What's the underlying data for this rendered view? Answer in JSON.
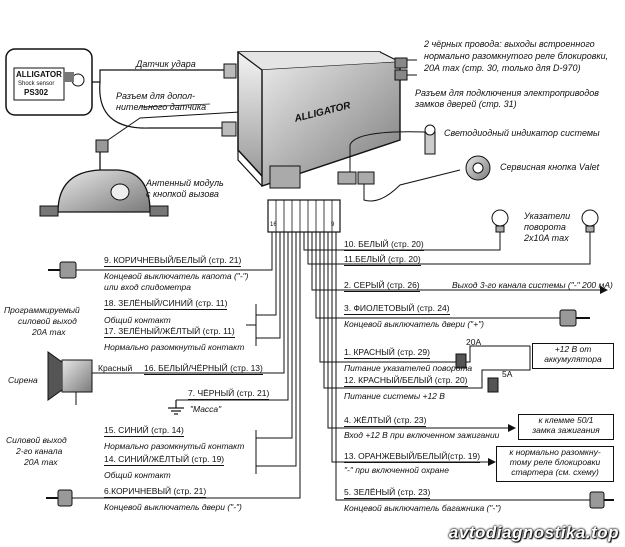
{
  "shock_sensor": {
    "brand": "ALLIGATOR",
    "sub": "Shock sensor",
    "model": "PS302",
    "label": "Датчик удара"
  },
  "extra_sensor_label": [
    "Разъем для допол-",
    "нительного датчика"
  ],
  "antenna_label": [
    "Антенный модуль",
    "с кнопкой вызова"
  ],
  "main_unit_logo": "ALLIGATOR",
  "top_notes": {
    "relay": [
      "2 чёрных провода: выходы встроенного",
      "нормально разомкнутого реле блокировки,",
      "20А max (стр. 30, только для D-970)"
    ],
    "lock_connector": [
      "Разъем для подключения электроприводов",
      "замков дверей (стр. 31)"
    ],
    "led": "Светодиодный индикатор системы",
    "valet": "Сервисная кнопка Valet",
    "turn_lamps": [
      "Указатели",
      "поворота",
      "2x10A max"
    ]
  },
  "left_wires": [
    {
      "title": "9. КОРИЧНЕВЫЙ/БЕЛЫЙ (стр. 21)",
      "desc": [
        "Концевой выключатель капота (\"-\")",
        "или вход спидометра"
      ]
    },
    {
      "title": "18. ЗЕЛЁНЫЙ/СИНИЙ (стр. 11)",
      "desc": [
        "Общий контакт"
      ]
    },
    {
      "title": "17. ЗЕЛЁНЫЙ/ЖЁЛТЫЙ (стр. 11)",
      "desc": [
        "Нормально разомкнутый контакт"
      ]
    },
    {
      "title": "16. БЕЛЫЙ/ЧЁРНЫЙ (стр. 13)",
      "desc": []
    },
    {
      "title": "7. ЧЁРНЫЙ (стр. 21)",
      "desc": [
        "\"Масса\""
      ]
    },
    {
      "title": "15. СИНИЙ (стр. 14)",
      "desc": [
        "Нормально разомкнутый контакт"
      ]
    },
    {
      "title": "14. СИНИЙ/ЖЁЛТЫЙ (стр. 19)",
      "desc": [
        "Общий контакт"
      ]
    },
    {
      "title": "6.КОРИЧНЕВЫЙ (стр. 21)",
      "desc": [
        "Концевой выключатель двери (\"-\")"
      ]
    }
  ],
  "left_groups": {
    "ch1": [
      "Программируемый",
      "силовой выход",
      "20А max"
    ],
    "siren": "Сирена",
    "siren_wire": "Красный",
    "ch2": [
      "Силовой выход",
      "2-го канала",
      "20А max"
    ]
  },
  "right_wires": [
    {
      "title": "10. БЕЛЫЙ (стр. 20)",
      "desc": ""
    },
    {
      "title": "11.БЕЛЫЙ (стр. 20)",
      "desc": ""
    },
    {
      "title": "2. СЕРЫЙ (стр. 26)",
      "desc": "Выход 3-го канала системы (\"-\" 200 мА)"
    },
    {
      "title": "3. ФИОЛЕТОВЫЙ (стр. 24)",
      "desc": "Концевой выключатель двери (\"+\")"
    },
    {
      "title": "1. КРАСНЫЙ (стр. 29)",
      "desc": "Питание указателей поворота"
    },
    {
      "title": "12. КРАСНЫЙ/БЕЛЫЙ (стр. 20)",
      "desc": "Питание системы +12 В"
    },
    {
      "title": "4. ЖЁЛТЫЙ (стр. 23)",
      "desc": "Вход +12 В при включенном зажигании"
    },
    {
      "title": "13. ОРАНЖЕВЫЙ/БЕЛЫЙ(стр. 19)",
      "desc": "\"-\" при включенной охране"
    },
    {
      "title": "5. ЗЕЛЁНЫЙ (стр. 23)",
      "desc": "Концевой выключатель багажника (\"-\")"
    }
  ],
  "fuses": {
    "f1": "20A",
    "f2": "5A"
  },
  "right_boxes": {
    "battery": [
      "+12 В от",
      "аккумулятора"
    ],
    "ignition": [
      "к клемме 50/1",
      "замка зажигания"
    ],
    "relay": [
      "к нормально разомкну-",
      "тому реле блокировки",
      "стартера (см. схему)"
    ]
  },
  "connector_pins": {
    "left": "16",
    "right": "9"
  },
  "watermark": "avtodiagnostika.top"
}
